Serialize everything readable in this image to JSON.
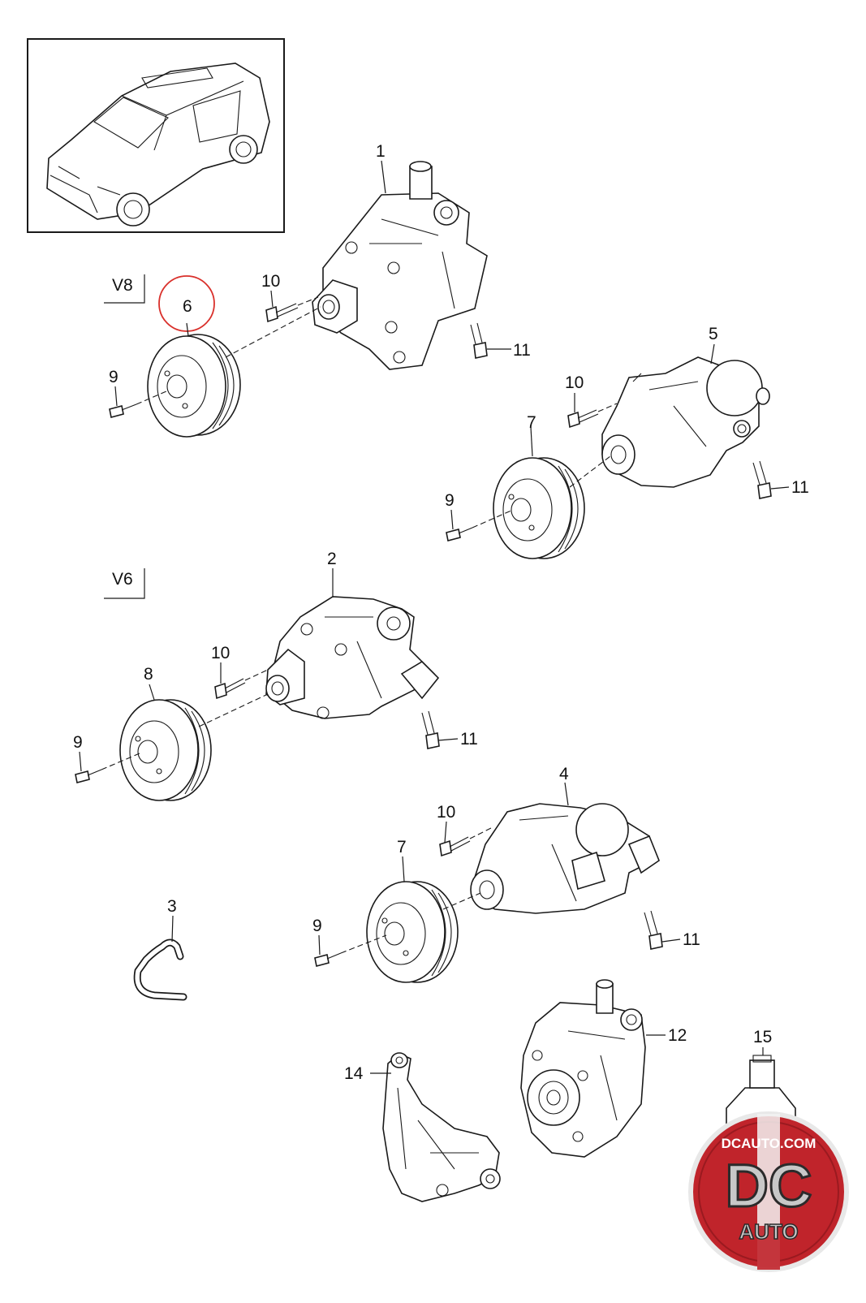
{
  "diagram": {
    "engine_labels": {
      "v8": "V8",
      "v6": "V6"
    },
    "callouts": {
      "p1": "1",
      "p2": "2",
      "p3": "3",
      "p4": "4",
      "p5": "5",
      "p6": "6",
      "p7a": "7",
      "p7b": "7",
      "p8": "8",
      "p9a": "9",
      "p9b": "9",
      "p9c": "9",
      "p9d": "9",
      "p10a": "10",
      "p10b": "10",
      "p10c": "10",
      "p10d": "10",
      "p11a": "11",
      "p11b": "11",
      "p11c": "11",
      "p11d": "11",
      "p12": "12",
      "p14": "14",
      "p15": "15"
    },
    "highlight_color": "#d9302b",
    "line_color": "#1a1a1a"
  },
  "watermark": {
    "url_text": "DCAUTO.COM",
    "logo_main": "DC",
    "logo_sub": "AUTO",
    "colors": {
      "red": "#c0242b",
      "dark": "#2b2b2b",
      "silver": "#c8c8c8"
    }
  }
}
